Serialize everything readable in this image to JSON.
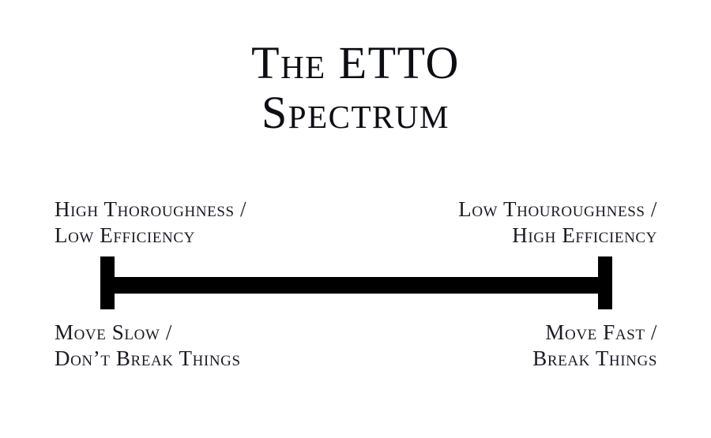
{
  "slide": {
    "background_color": "#ffffff",
    "text_color": "#13131c",
    "title": {
      "line1": "The ETTO",
      "line2": "Spectrum"
    },
    "spectrum": {
      "bar_color": "#000000",
      "left_endpoint_label": "high-thoroughness-end",
      "right_endpoint_label": "high-efficiency-end",
      "labels": {
        "top_left": {
          "line1": "High Thoroughness /",
          "line2": "Low Efficiency"
        },
        "top_right": {
          "line1": "Low Thouroughness /",
          "line2": "High Efficiency"
        },
        "bottom_left": {
          "line1": "Move Slow /",
          "line2": "Don’t Break Things"
        },
        "bottom_right": {
          "line1": "Move Fast /",
          "line2": "Break Things"
        }
      }
    }
  }
}
